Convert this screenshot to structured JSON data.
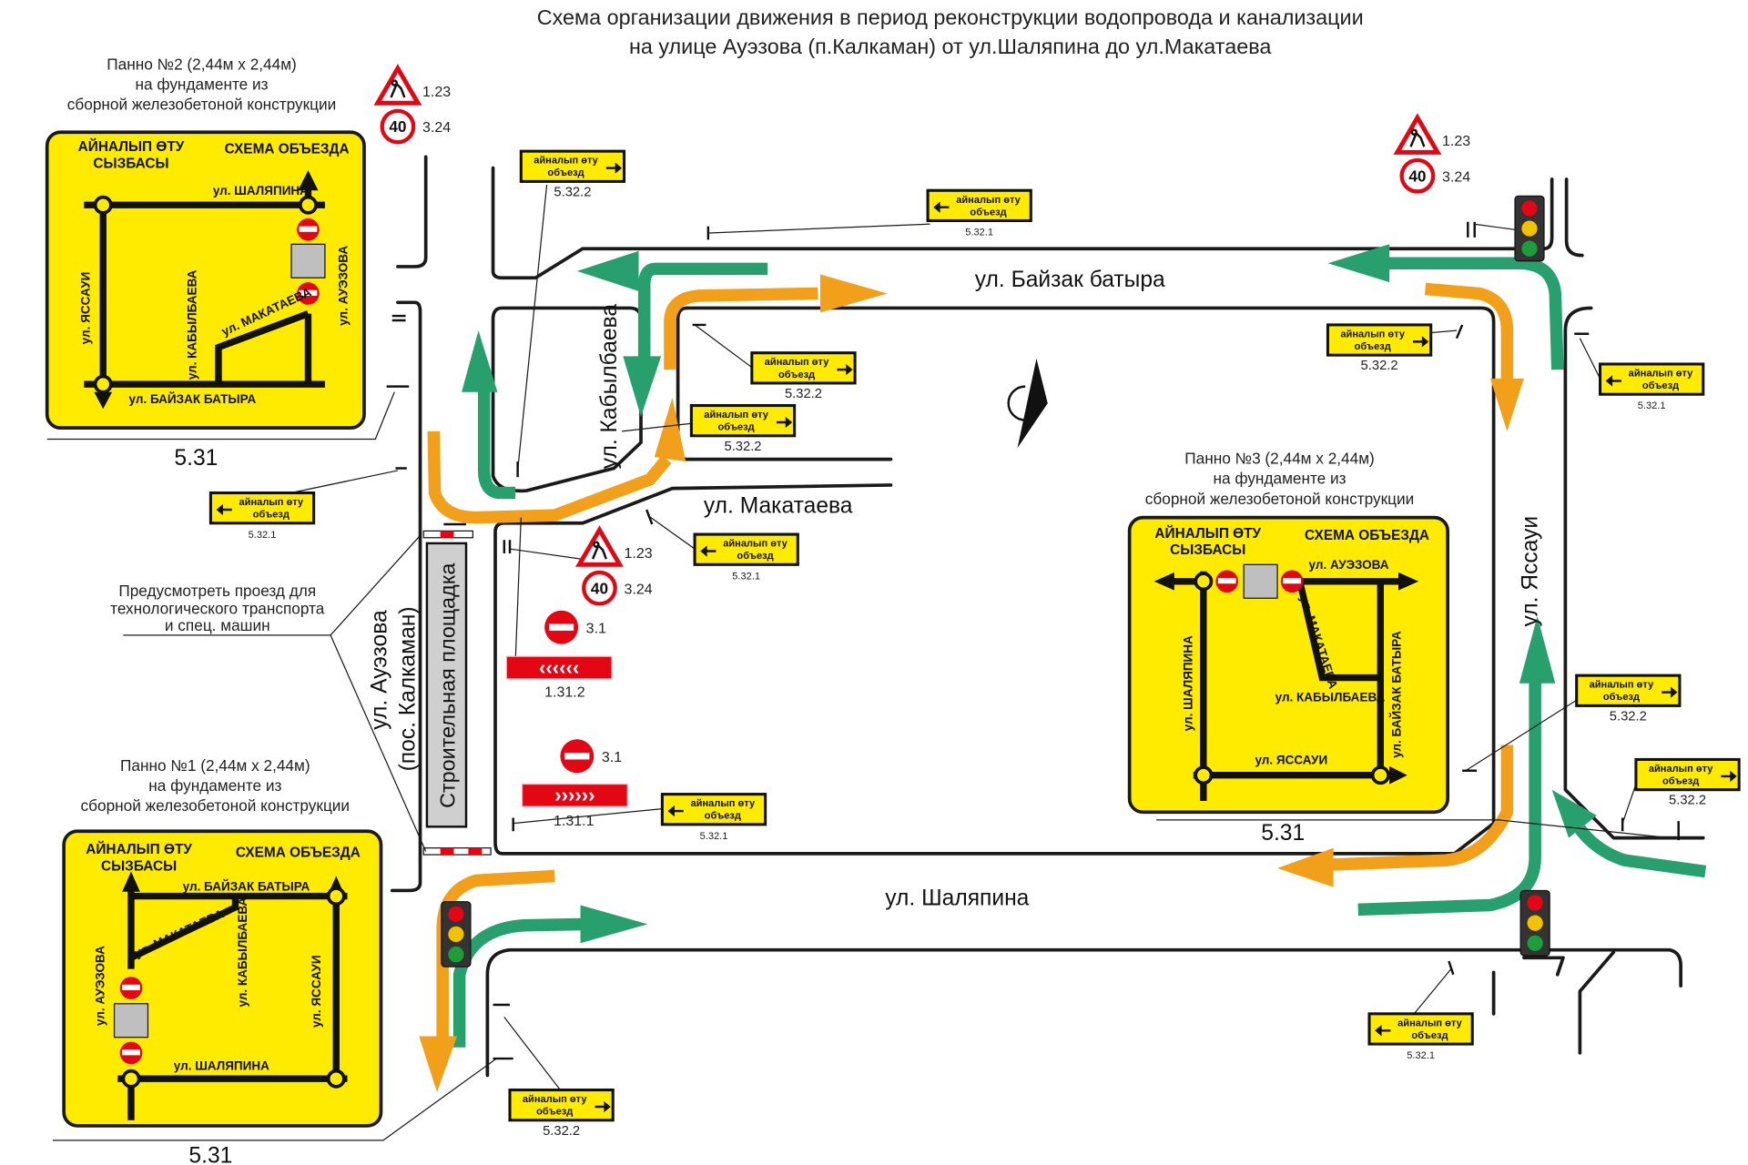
{
  "title": {
    "line1": "Схема организации движения в период реконструкции водопровода и канализации",
    "line2": "на  улице Ауэзова (п.Калкаман) от ул.Шаляпина до ул.Макатаева"
  },
  "streets": {
    "baizak": "ул. Байзак батыра",
    "makataeva": "ул. Макатаева",
    "shalyapina": "ул. Шаляпина",
    "yassaui": "ул. Яссауи",
    "kabylbaeva": "ул. Кабылбаева",
    "auezova": "ул. Ауэзова",
    "auezova_sub": "(пос. Калкаман)"
  },
  "construction_site": "Строительная площадка",
  "note": [
    "Предусмотреть проезд для",
    "технологического транспорта",
    "и спец. машин"
  ],
  "detour_sign": {
    "line1": "айналып өту",
    "line2": "объезд"
  },
  "sign_codes": {
    "warning": "1.23",
    "speed": "3.24",
    "speed_value": "40",
    "no_entry": "3.1",
    "chevron_left": "1.31.2",
    "chevron_right": "1.31.1",
    "detour_left": "5.32.1",
    "detour_right": "5.32.2",
    "panel": "5.31"
  },
  "panels": [
    {
      "caption": [
        "Панно №2 (2,44м x 2,44м)",
        "на фундаменте из",
        "сборной железобетоной конструкции"
      ],
      "header_kz": [
        "АЙНАЛЫП ӨТУ",
        "СЫЗБАСЫ"
      ],
      "header_ru": "СХЕМА ОБЪЕЗДА",
      "streets": [
        "ул. ШАЛЯПИНА",
        "ул. ЯССАУИ",
        "ул. КАБЫЛБАЕВА",
        "ул. МАКАТАЕВА",
        "ул. АУЭЗОВА",
        "ул. БАЙЗАК БАТЫРА"
      ]
    },
    {
      "caption": [
        "Панно №3 (2,44м x 2,44м)",
        "на фундаменте из",
        "сборной железобетоной конструкции"
      ],
      "header_kz": [
        "АЙНАЛЫП ӨТУ",
        "СЫЗБАСЫ"
      ],
      "header_ru": "СХЕМА ОБЪЕЗДА",
      "streets": [
        "ул. АУЭЗОВА",
        "ул. ШАЛЯПИНА",
        "ул. МАКАТАЕВА",
        "ул. КАБЫЛБАЕВА",
        "ул. БАЙЗАК БАТЫРА",
        "ул. ЯССАУИ"
      ]
    },
    {
      "caption": [
        "Панно №1 (2,44м x 2,44м)",
        "на фундаменте из",
        "сборной железобетоной конструкции"
      ],
      "header_kz": [
        "АЙНАЛЫП ӨТУ",
        "СЫЗБАСЫ"
      ],
      "header_ru": "СХЕМА ОБЪЕЗДА",
      "streets": [
        "ул. БАЙЗАК БАТЫРА",
        "ул. МАКАТАЕВА",
        "ул. КАБЫЛБАЕВА",
        "ул. АУЭЗОВА",
        "ул. ЯССАУИ",
        "ул. ШАЛЯПИНА"
      ]
    }
  ],
  "colors": {
    "detour_arrow": "#F29F1A",
    "traffic_arrow": "#27A06D",
    "panel": "#FFEB00",
    "sign_red": "#E30613"
  }
}
